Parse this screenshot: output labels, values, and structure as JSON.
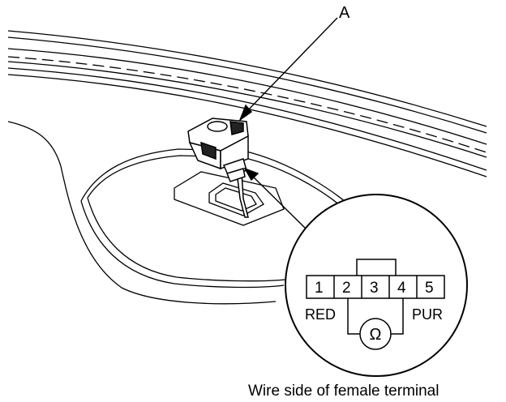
{
  "callout": {
    "label": "A"
  },
  "connector": {
    "pins": [
      "1",
      "2",
      "3",
      "4",
      "5"
    ],
    "wire_left": "RED",
    "wire_right": "PUR",
    "meter_symbol": "Ω"
  },
  "caption": "Wire side of female terminal"
}
